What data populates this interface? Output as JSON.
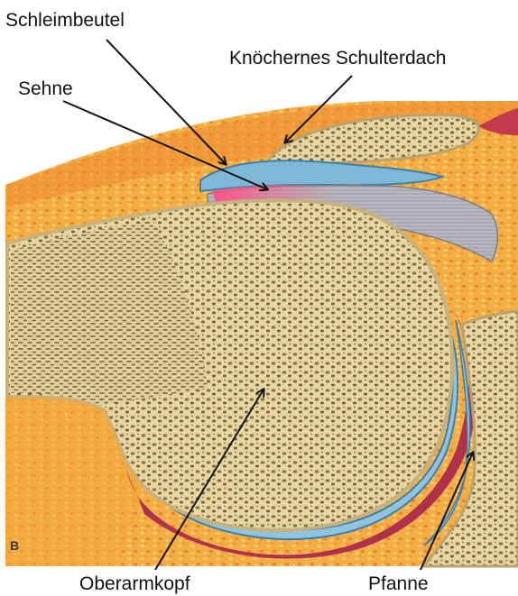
{
  "labels": {
    "schleimbeutel": "Schleimbeutel",
    "knoechernes_schulterdach": "Knöchernes Schulterdach",
    "sehne": "Sehne",
    "oberarmkopf": "Oberarmkopf",
    "pfanne": "Pfanne"
  },
  "panel_letter": "B",
  "colors": {
    "tissue": "#f2a63c",
    "tissue_dark": "#e07a2a",
    "bone": "#e8d9a6",
    "bone_pores": "#8a6d45",
    "bursa_blue": "#8fc3df",
    "tendon_grey": "#a7a7ae",
    "tendon_red": "#e84a6a",
    "capsule_red": "#b0324a",
    "arrow": "#111111"
  }
}
